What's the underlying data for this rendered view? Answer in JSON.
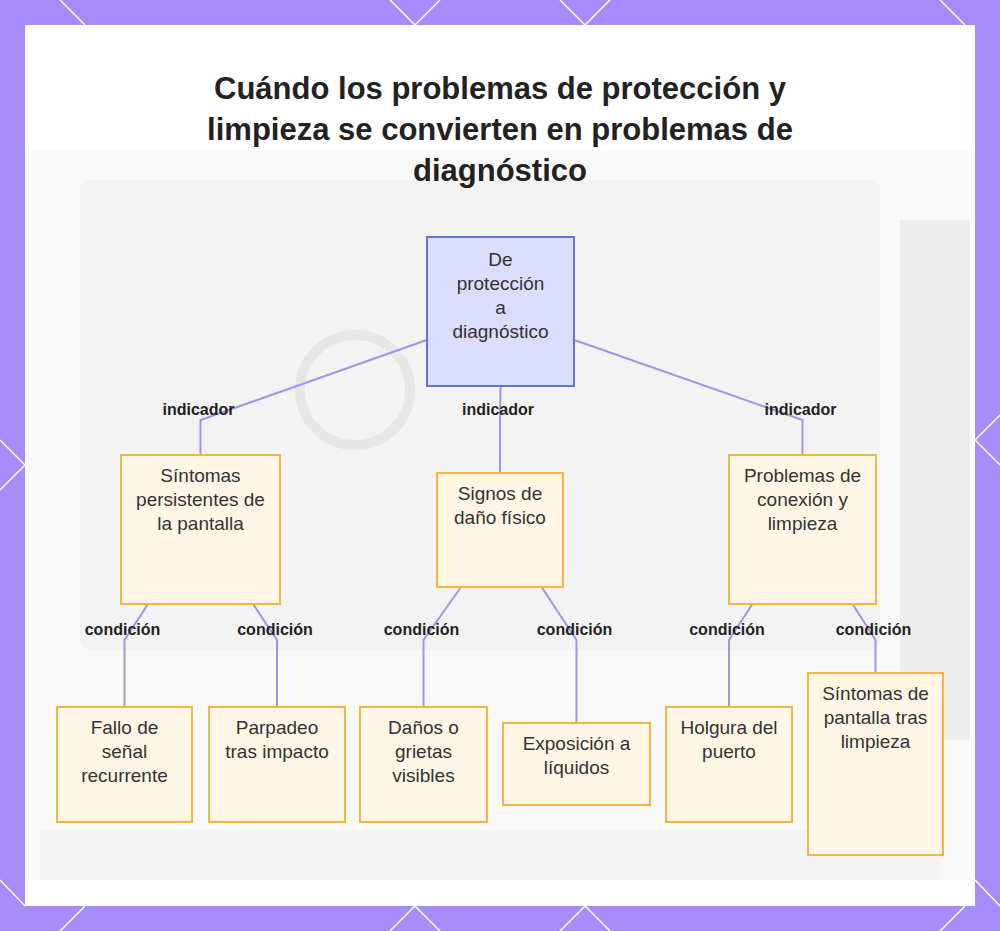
{
  "diagram": {
    "title": "Cuándo los problemas de protección y limpieza se convierten en problemas de diagnóstico",
    "nodes": [
      {
        "text": [
          "De protección a diagnóstico"
        ]
      },
      {
        "text": [
          "Síntomas persistentes de la pantalla"
        ]
      },
      {
        "text": [
          "Signos de daño físico"
        ]
      },
      {
        "text": [
          "Problemas de conexión y limpieza"
        ]
      },
      {
        "text": [
          "Fallo de señal recurrente"
        ]
      },
      {
        "text": [
          "Parpadeo tras impacto"
        ]
      },
      {
        "text": [
          "Daños o grietas visibles"
        ]
      },
      {
        "text": [
          "Exposición a líquidos"
        ]
      },
      {
        "text": [
          "Holgura del puerto"
        ]
      },
      {
        "text": [
          "Síntomas de pantalla tras limpieza"
        ]
      }
    ],
    "edges": [
      {
        "from": 0,
        "to": 1,
        "label": "indicador",
        "arrow": "none"
      },
      {
        "from": 0,
        "to": 2,
        "label": "indicador",
        "arrow": "none"
      },
      {
        "from": 0,
        "to": 3,
        "label": "indicador",
        "arrow": "none"
      },
      {
        "from": 1,
        "to": 4,
        "label": "condición",
        "arrow": "none"
      },
      {
        "from": 1,
        "to": 5,
        "label": "condición",
        "arrow": "none"
      },
      {
        "from": 2,
        "to": 6,
        "label": "condición",
        "arrow": "none"
      },
      {
        "from": 2,
        "to": 7,
        "label": "condición",
        "arrow": "none"
      },
      {
        "from": 3,
        "to": 8,
        "label": "condición",
        "arrow": "none"
      },
      {
        "from": 3,
        "to": 9,
        "label": "condición",
        "arrow": "none"
      }
    ]
  }
}
